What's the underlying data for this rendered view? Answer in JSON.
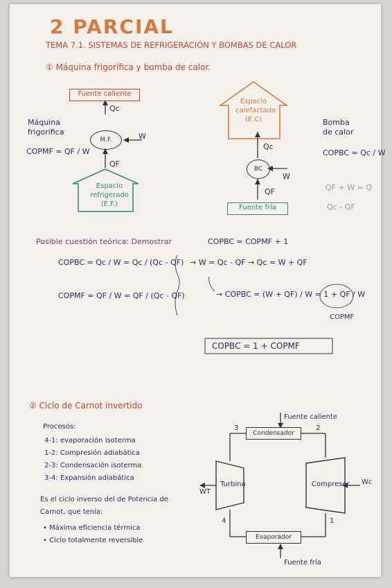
{
  "header": {
    "title": "2 PARCIAL",
    "topic": "TEMA 7.1. SISTEMAS DE REFRIGERACIÓN Y BOMBAS DE CALOR"
  },
  "section1": {
    "heading": "① Máquina frigorífica y bomba de calor.",
    "left_diagram": {
      "hot_source": "Fuente caliente",
      "qc": "Qc",
      "node": "M.F.",
      "w": "W",
      "qf": "QF",
      "cold_space": "Espacio refrigerado (E.F.)",
      "machine_name": "Máquina frigorífica",
      "cop_formula": "COPMF = QF / W"
    },
    "right_diagram": {
      "hot_space": "Espacio calefactado (E.C)",
      "qc": "Qc",
      "node": "BC",
      "w": "W",
      "qf": "QF",
      "cold_source": "Fuente fría",
      "machine_name": "Bomba de calor",
      "cop_formula": "COPBC = Qc / W",
      "balance1": "QF + W = Q",
      "balance2": "Qc - QF"
    }
  },
  "proof": {
    "question": "Posible cuestión teórica: Demostrar",
    "goal": "COPBC = COPMF + 1",
    "cop_bc": "COPBC = Qc / W = Qc / (Qc - QF)",
    "cop_hf": "COPMF = QF / W = QF / (Qc - QF)",
    "step1": "→ W = Qc - QF → Qc = W + QF",
    "step2": "→ COPBC = (W + QF) / W = 1 + QF / W",
    "note": "COPMF",
    "result": "COPBC = 1 + COPMF"
  },
  "section2": {
    "heading": "② Ciclo de Carnot invertido",
    "processes_title": "Procesos:",
    "processes": [
      "4-1: evaporación isoterma",
      "1-2: Compresión adiabática",
      "2-3: Condensación isoterma",
      "3-4: Expansión adiabática"
    ],
    "description": "Es el ciclo inverso del de Potencia de Carnot, que tenía:",
    "bullets": [
      "• Máxima eficiencia térmica",
      "• Ciclo totalmente reversible"
    ],
    "diagram": {
      "hot_source": "Fuente caliente",
      "condenser": "Condensador",
      "state3": "3",
      "state2": "2",
      "turbine": "Turbina",
      "compressor": "Compresor",
      "wt": "WT",
      "wc": "Wc",
      "state4": "4",
      "state1": "1",
      "evaporator": "Evaporador",
      "cold_source": "Fuente fría"
    }
  }
}
